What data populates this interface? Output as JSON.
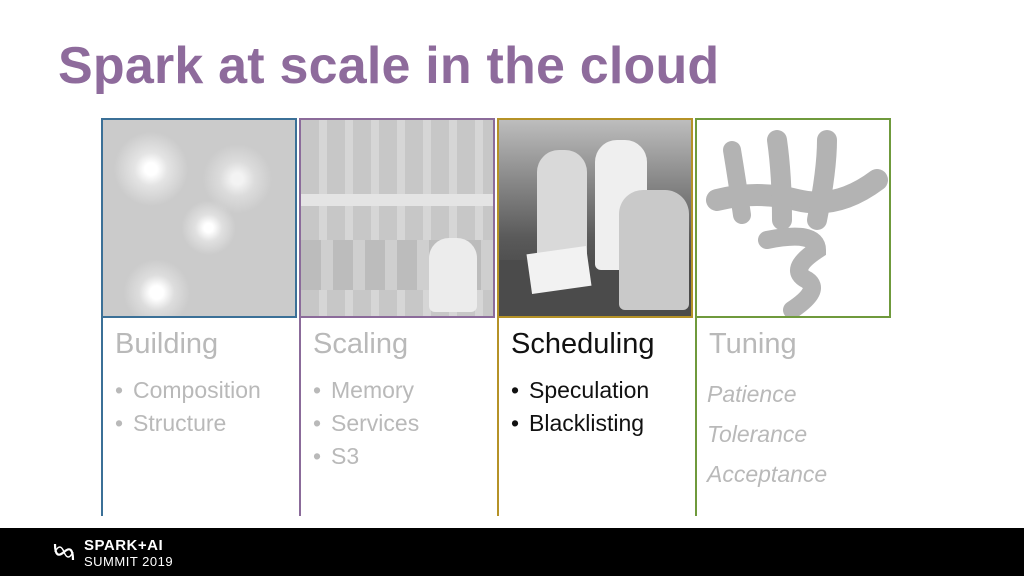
{
  "title": "Spark at scale in the cloud",
  "colors": {
    "title": "#8e6b9c",
    "building": "#3b7097",
    "scaling": "#8b6b9a",
    "scheduling": "#b59227",
    "tuning": "#6f9a3c"
  },
  "columns": [
    {
      "heading": "Building",
      "items": [
        "Composition",
        "Structure"
      ],
      "image": "galaxy-image"
    },
    {
      "heading": "Scaling",
      "items": [
        "Memory",
        "Services",
        "S3"
      ],
      "image": "computer-room-image"
    },
    {
      "heading": "Scheduling",
      "items": [
        "Speculation",
        "Blacklisting"
      ],
      "image": "mission-control-image"
    },
    {
      "heading": "Tuning",
      "items": [
        "Patience",
        "Tolerance",
        "Acceptance"
      ],
      "image": "calligraphy-image"
    }
  ],
  "footer": {
    "line1": "SPARK+AI",
    "line2": "SUMMIT 2019"
  }
}
